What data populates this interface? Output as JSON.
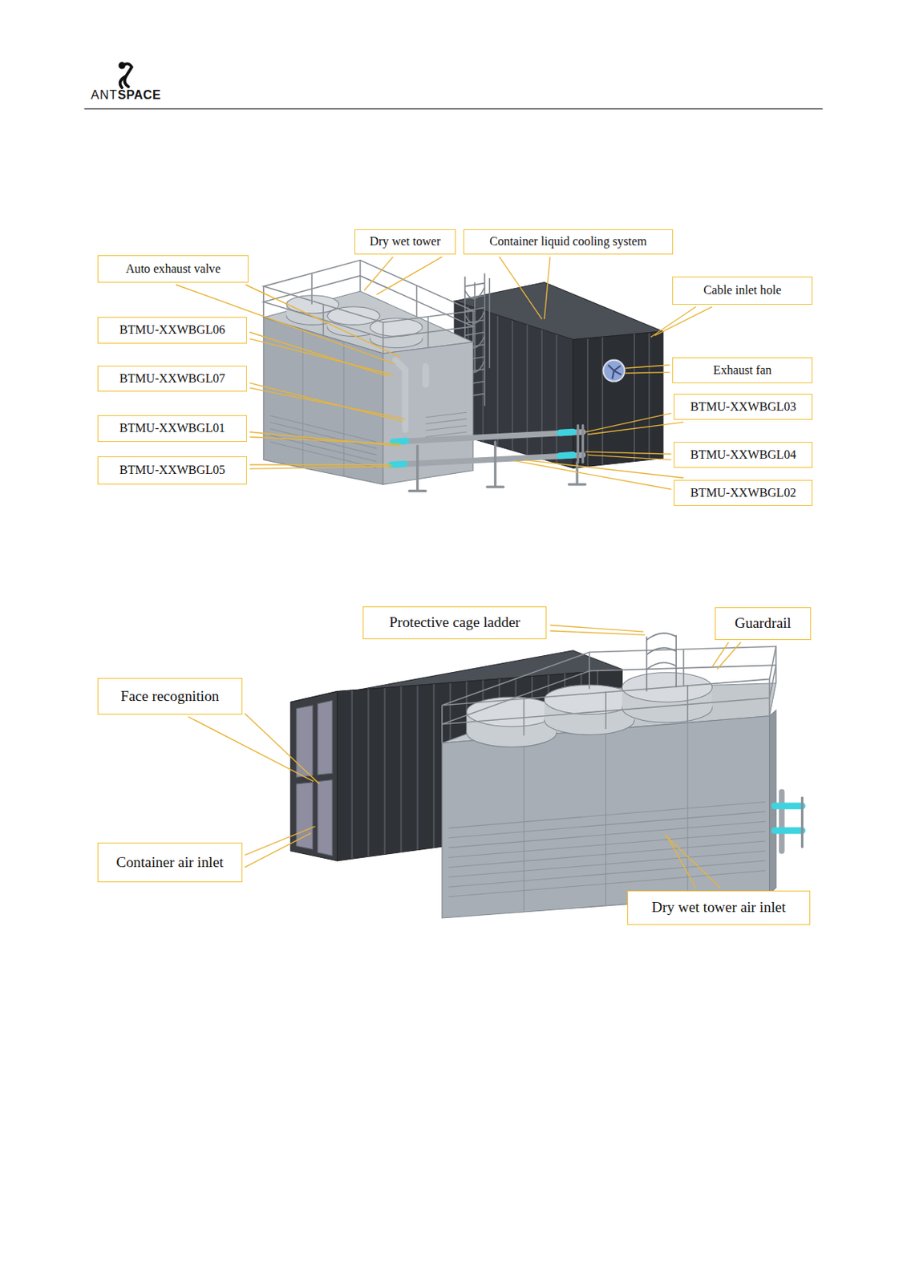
{
  "diagram": {
    "nodes": [
      {
        "text": [
          "Dry wet tower"
        ]
      },
      {
        "text": [
          "Container liquid cooling system"
        ]
      },
      {
        "text": [
          "Auto exhaust valve"
        ]
      },
      {
        "text": [
          "Cable inlet hole"
        ]
      },
      {
        "text": [
          "BTMU-XXWBGL06"
        ]
      },
      {
        "text": [
          "Exhaust fan"
        ]
      },
      {
        "text": [
          "BTMU-XXWBGL07"
        ]
      },
      {
        "text": [
          "BTMU-XXWBGL03"
        ]
      },
      {
        "text": [
          "BTMU-XXWBGL01"
        ]
      },
      {
        "text": [
          "BTMU-XXWBGL04"
        ]
      },
      {
        "text": [
          "BTMU-XXWBGL05"
        ]
      },
      {
        "text": [
          "BTMU-XXWBGL02"
        ]
      },
      {
        "text": [
          "Protective cage ladder"
        ]
      },
      {
        "text": [
          "Guardrail"
        ]
      },
      {
        "text": [
          "Face recognition"
        ]
      },
      {
        "text": [
          "Container air inlet"
        ]
      },
      {
        "text": [
          "Dry wet tower air inlet"
        ]
      }
    ],
    "labels": [
      "ANT",
      "SPACE"
    ]
  }
}
